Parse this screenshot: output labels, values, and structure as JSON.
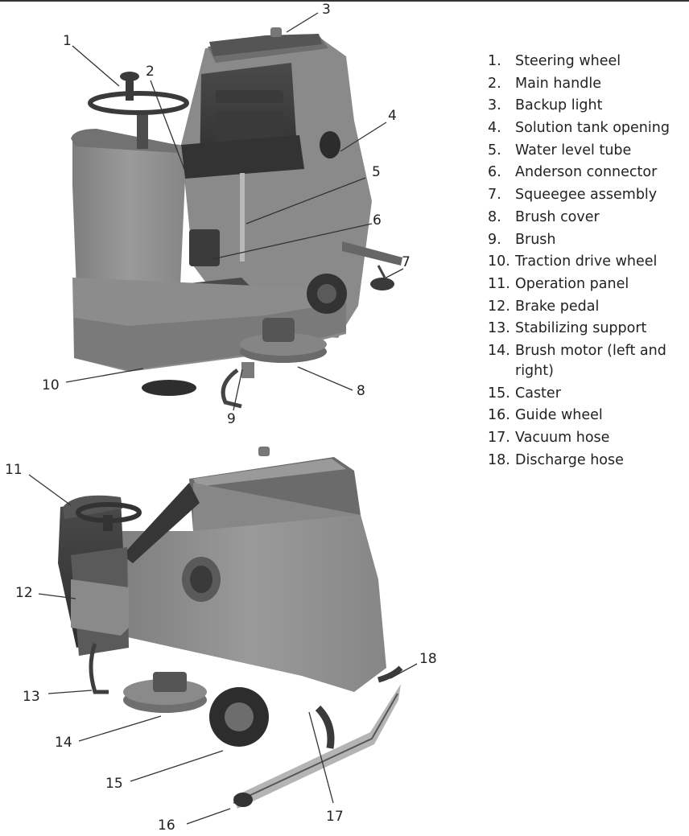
{
  "legend": [
    {
      "num": "1.",
      "label": "Steering wheel"
    },
    {
      "num": "2.",
      "label": "Main handle"
    },
    {
      "num": "3.",
      "label": "Backup light"
    },
    {
      "num": "4.",
      "label": "Solution tank opening"
    },
    {
      "num": "5.",
      "label": "Water level tube"
    },
    {
      "num": "6.",
      "label": "Anderson connector"
    },
    {
      "num": "7.",
      "label": "Squeegee assembly"
    },
    {
      "num": "8.",
      "label": "Brush cover"
    },
    {
      "num": "9.",
      "label": "Brush"
    },
    {
      "num": "10.",
      "label": "Traction drive wheel"
    },
    {
      "num": "11.",
      "label": "Operation panel"
    },
    {
      "num": "12.",
      "label": "Brake pedal"
    },
    {
      "num": "13.",
      "label": "Stabilizing support"
    },
    {
      "num": "14.",
      "label": "Brush motor (left and right)"
    },
    {
      "num": "15.",
      "label": "Caster"
    },
    {
      "num": "16.",
      "label": "Guide wheel"
    },
    {
      "num": "17.",
      "label": "Vacuum hose"
    },
    {
      "num": "18.",
      "label": "Discharge hose"
    }
  ],
  "callouts": {
    "c1": "1",
    "c2": "2",
    "c3": "3",
    "c4": "4",
    "c5": "5",
    "c6": "6",
    "c7": "7",
    "c8": "8",
    "c9": "9",
    "c10": "10",
    "c11": "11",
    "c12": "12",
    "c13": "13",
    "c14": "14",
    "c15": "15",
    "c16": "16",
    "c17": "17",
    "c18": "18"
  }
}
